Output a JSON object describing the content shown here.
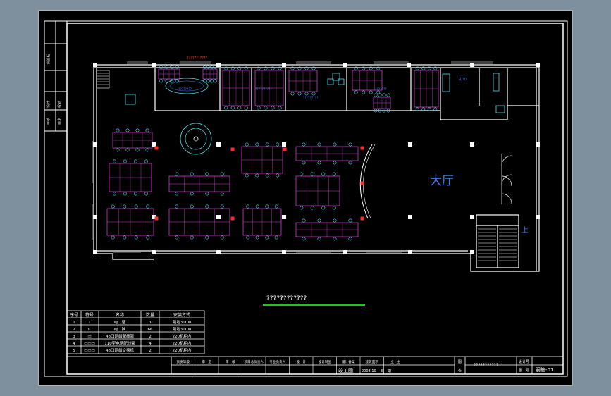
{
  "sheet": {
    "hall_label": "大厅",
    "up_label": "上",
    "room_right_label": "打印",
    "sheet_title": "????????????",
    "red_title": "???????????",
    "blue_labels": [
      "????????",
      "??????????",
      "?????????",
      "???????"
    ]
  },
  "left_strip": {
    "labels": [
      "会签栏",
      "设计",
      "校对",
      "审核",
      "审定"
    ]
  },
  "schedule": {
    "headers": [
      "序号",
      "符号",
      "名称",
      "数量",
      "安装方式"
    ],
    "rows": [
      {
        "no": "1",
        "symbol": "T",
        "name": "电　话",
        "qty": "70",
        "method": "距地30CM"
      },
      {
        "no": "2",
        "symbol": "C",
        "name": "电　脑",
        "qty": "66",
        "method": "距地30CM"
      },
      {
        "no": "3",
        "symbol": "▭",
        "name": "48口网络配线架",
        "qty": "2",
        "method": "220机柜内"
      },
      {
        "no": "4",
        "symbol": "▭▭▭",
        "name": "110型电话配线架",
        "qty": "4",
        "method": "220机柜内"
      },
      {
        "no": "5",
        "symbol": "▭▭▭",
        "name": "48口网络交换机",
        "qty": "2",
        "method": "220机柜内"
      }
    ]
  },
  "title_block": {
    "header_cells": [
      "资质等级",
      "审　定",
      "审　核",
      "项目总负责人",
      "专业负责人",
      "设　计",
      "设计制图",
      "设计备案",
      "建筑面积",
      "业　主"
    ],
    "stage": "竣工图",
    "date": "2008.10",
    "date_label": "日　期",
    "drawing_name_label": "图",
    "drawing_name_label2": "名",
    "drawing_name": "???????????",
    "sheet_no_label": "设计号",
    "sheet_no_label2": "图　号",
    "sheet_no": "弱施-01"
  },
  "colors": {
    "background": "#7e909d",
    "paper": "#000000",
    "frame": "#ffffff",
    "accent_green": "#19c819",
    "red": "#ff2a2a",
    "cyan": "#4fd8e6",
    "magenta": "#d03ad0",
    "blue": "#3a78ff"
  }
}
